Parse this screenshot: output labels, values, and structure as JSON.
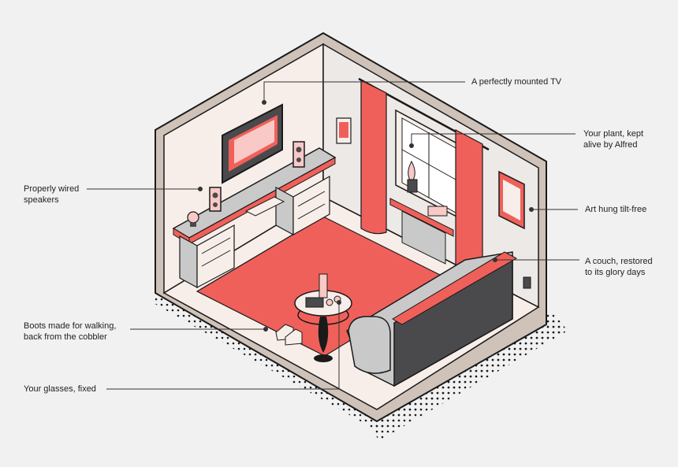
{
  "callouts": {
    "tv": "A perfectly mounted TV",
    "plant": "Your plant, kept\nalive by Alfred",
    "speakers": "Properly wired\nspeakers",
    "art": "Art hung tilt-free",
    "couch": "A couch, restored\nto its glory days",
    "boots": "Boots made for walking,\nback from the cobbler",
    "glasses": "Your glasses, fixed"
  },
  "colors": {
    "background": "#f1f1f1",
    "accent_red": "#f0605a",
    "wall": "#f7eeea",
    "outline": "#1a1a1a",
    "dark_grey": "#4a4a4c",
    "light_grey": "#c9c9c9",
    "pink": "#f8c9c6"
  },
  "icons": {
    "tv": "tv-icon",
    "speaker": "speaker-icon",
    "plant": "plant-icon",
    "couch": "couch-icon",
    "boots": "boots-icon",
    "table": "side-table-icon"
  }
}
